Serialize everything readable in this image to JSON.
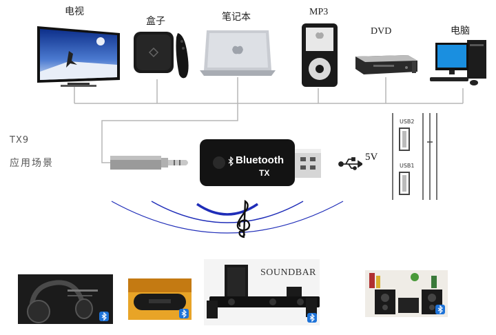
{
  "sources": [
    {
      "label": "电视"
    },
    {
      "label": "盒子"
    },
    {
      "label": "笔记本"
    },
    {
      "label": "MP3"
    },
    {
      "label": "DVD"
    },
    {
      "label": "电脑"
    }
  ],
  "product": {
    "model": "TX9",
    "scene": "应用场景",
    "brand": "Bluetooth",
    "mode": "TX",
    "voltage": "5V"
  },
  "ports": {
    "usb2": "USB2",
    "usb1": "USB1"
  },
  "receivers": {
    "soundbar": "SOUNDBAR"
  },
  "colors": {
    "wave": "#1f2db8",
    "bluetooth": "#1e73d8",
    "line": "#b5b5b5"
  }
}
